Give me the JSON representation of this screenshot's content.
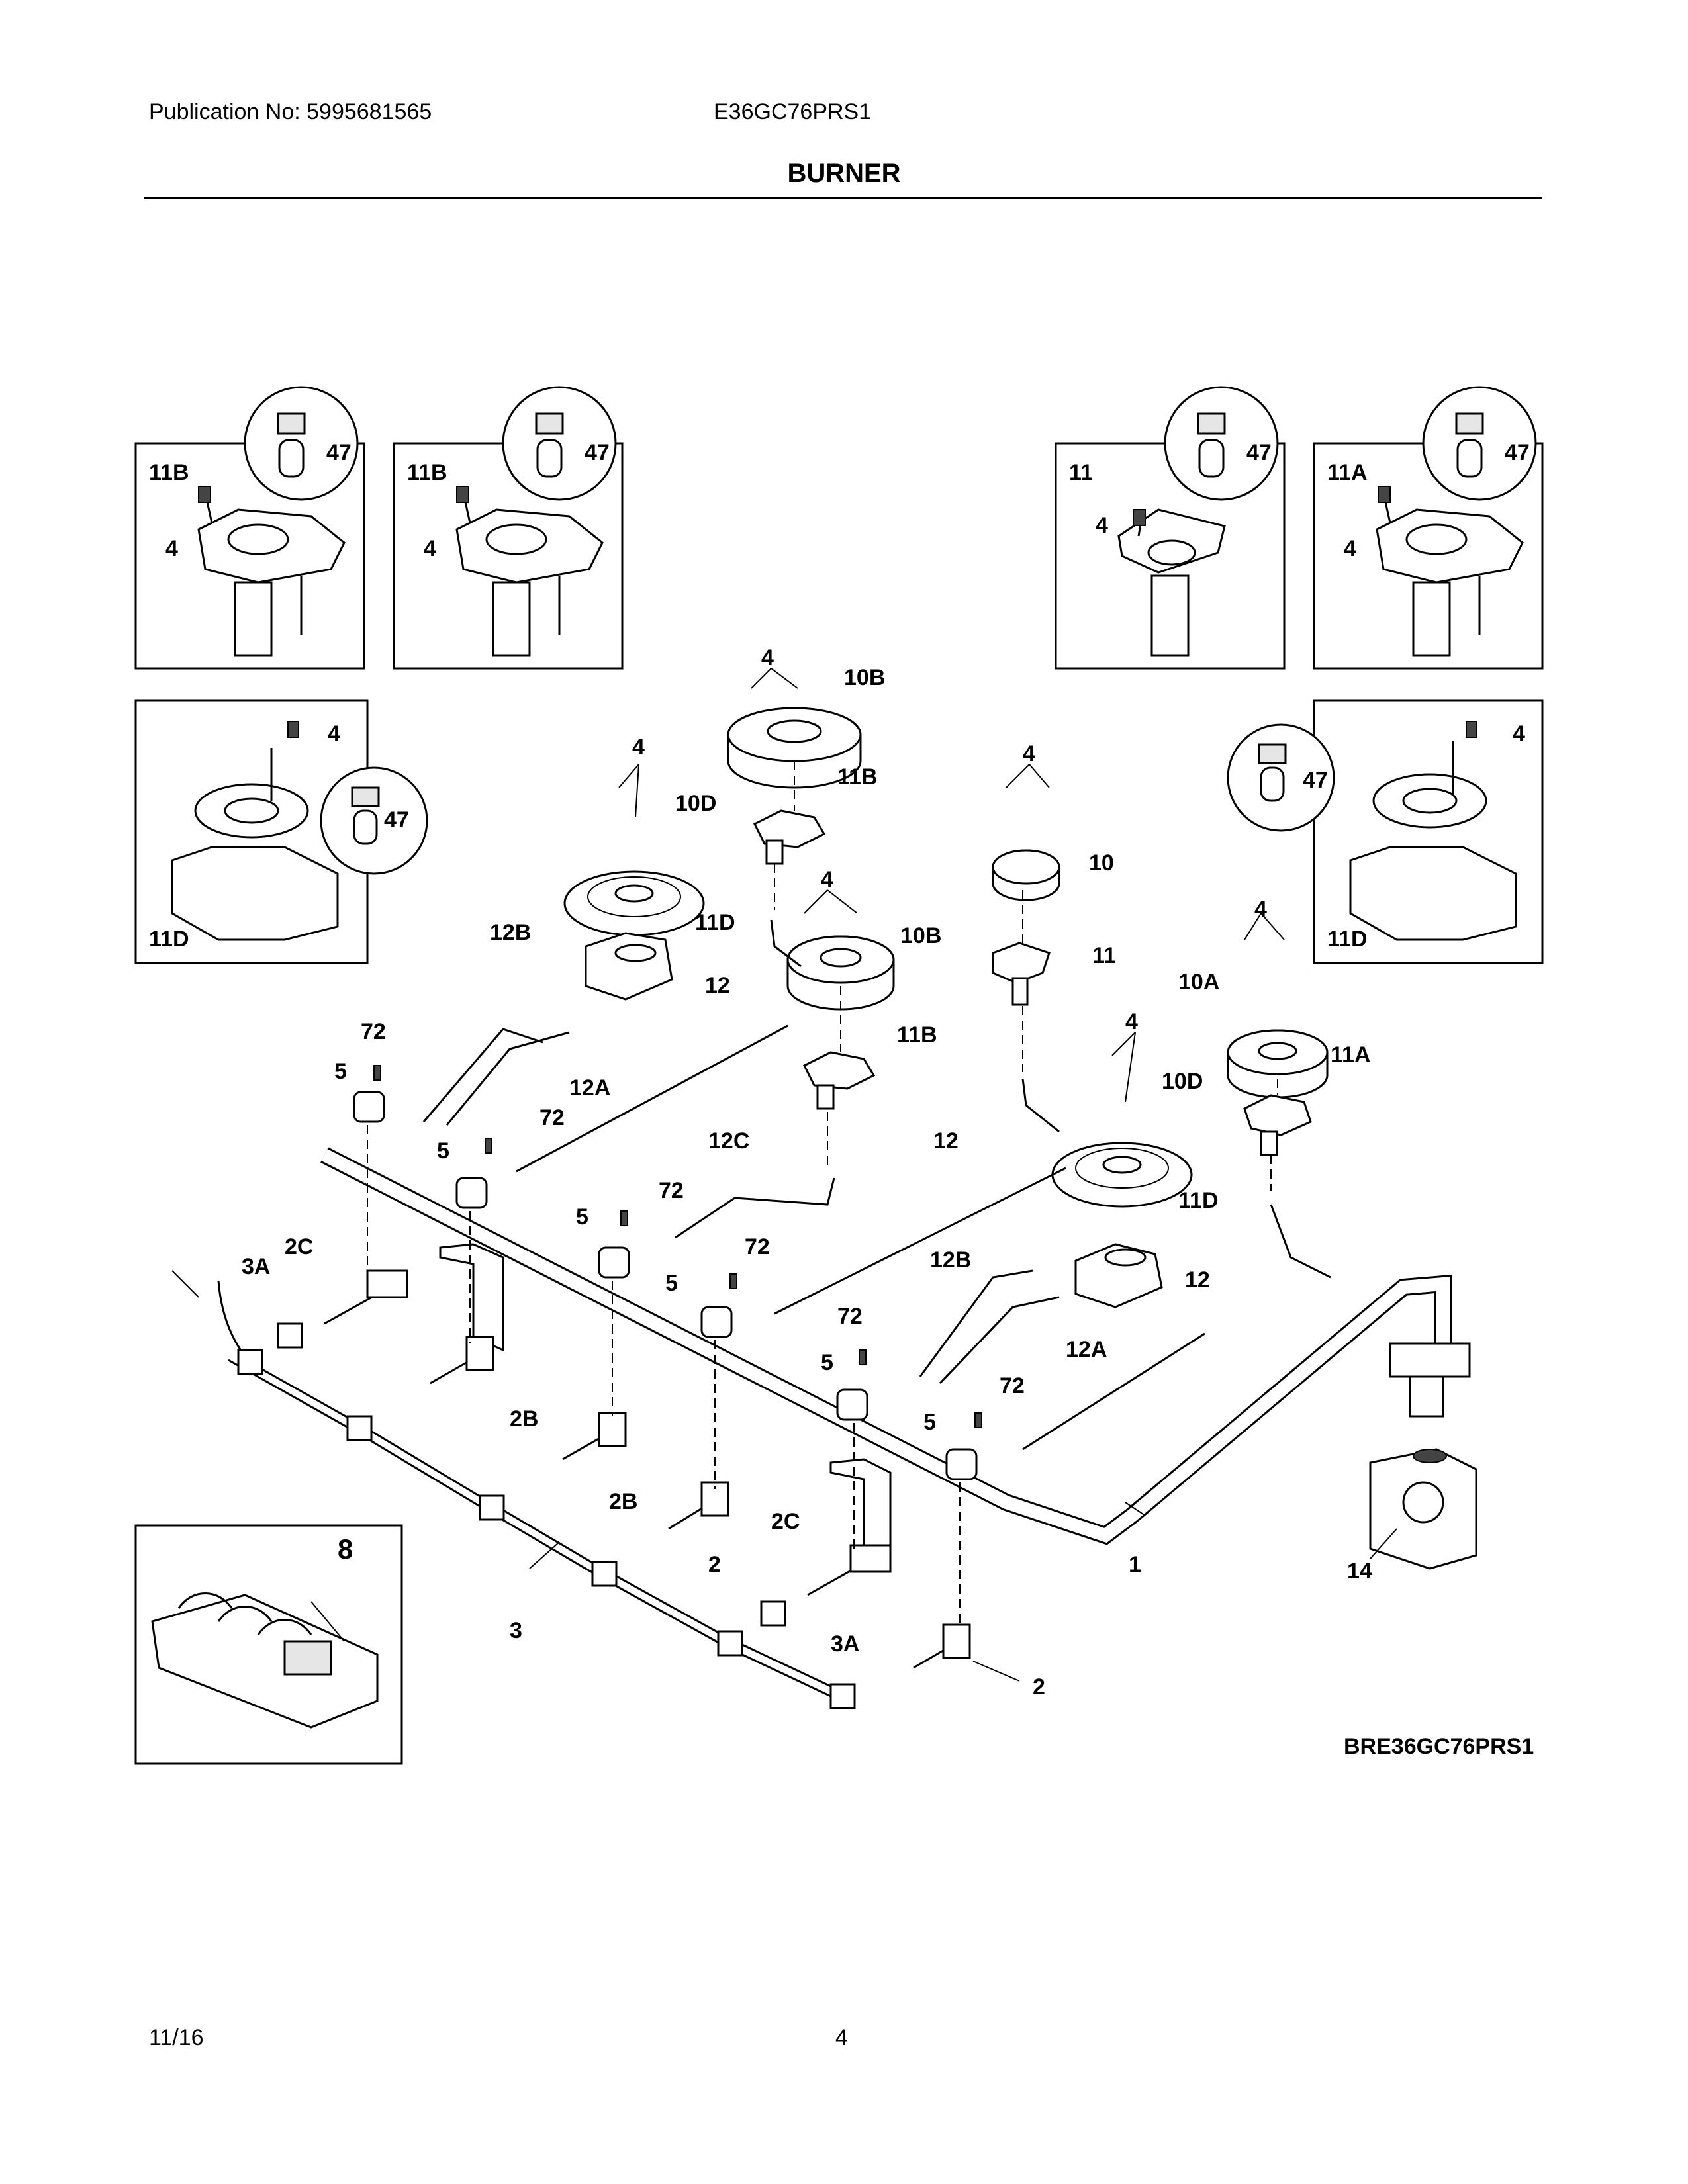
{
  "header": {
    "publication": "Publication No: 5995681565",
    "model": "E36GC76PRS1",
    "title": "BURNER"
  },
  "drawing_code": "BRE36GC76PRS1",
  "footer": {
    "date": "11/16",
    "page": "4"
  },
  "callouts": {
    "c1": "1",
    "c2": "2",
    "c2A": "2",
    "c2B": "2B",
    "c2Bb": "2B",
    "c2b": "2",
    "c2C": "2C",
    "c2Cb": "2C",
    "c3": "3",
    "c3A": "3A",
    "c3Ab": "3A",
    "c4": "4",
    "c5": "5",
    "c8": "8",
    "c10": "10",
    "c10A": "10A",
    "c10B": "10B",
    "c10D": "10D",
    "c11": "11",
    "c11A": "11A",
    "c11B": "11B",
    "c11D": "11D",
    "c12": "12",
    "c12A": "12A",
    "c12B": "12B",
    "c12C": "12C",
    "c14": "14",
    "c47": "47",
    "c72": "72"
  }
}
